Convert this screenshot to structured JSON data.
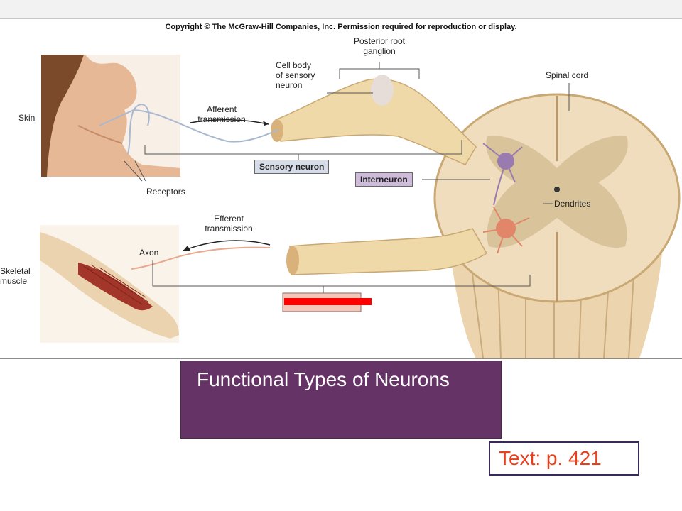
{
  "copyright": "Copyright © The McGraw-Hill Companies, Inc. Permission required for reproduction or display.",
  "labels": {
    "posterior_root_ganglion": [
      "Posterior root",
      "ganglion"
    ],
    "cell_body": [
      "Cell body",
      "of sensory",
      "neuron"
    ],
    "spinal_cord": "Spinal cord",
    "skin": "Skin",
    "afferent": [
      "Afferent",
      "transmission"
    ],
    "sensory_neuron": "Sensory neuron",
    "interneuron": "Interneuron",
    "receptors": "Receptors",
    "dendrites": "Dendrites",
    "efferent": [
      "Efferent",
      "transmission"
    ],
    "axon": "Axon",
    "skeletal_muscle": [
      "Skeletal",
      "muscle"
    ]
  },
  "colors": {
    "sensory_box": "#d6dde8",
    "interneuron_box": "#cdbbd9",
    "motor_box": "#f4c6b8",
    "redaction": "#ff0000",
    "nerve": "#f0d9a8",
    "spinal_gray": "#d8c39b",
    "title_bg": "#663366",
    "ref_text": "#e8401c"
  },
  "title": "Functional Types of Neurons",
  "reference": "Text: p. 421"
}
